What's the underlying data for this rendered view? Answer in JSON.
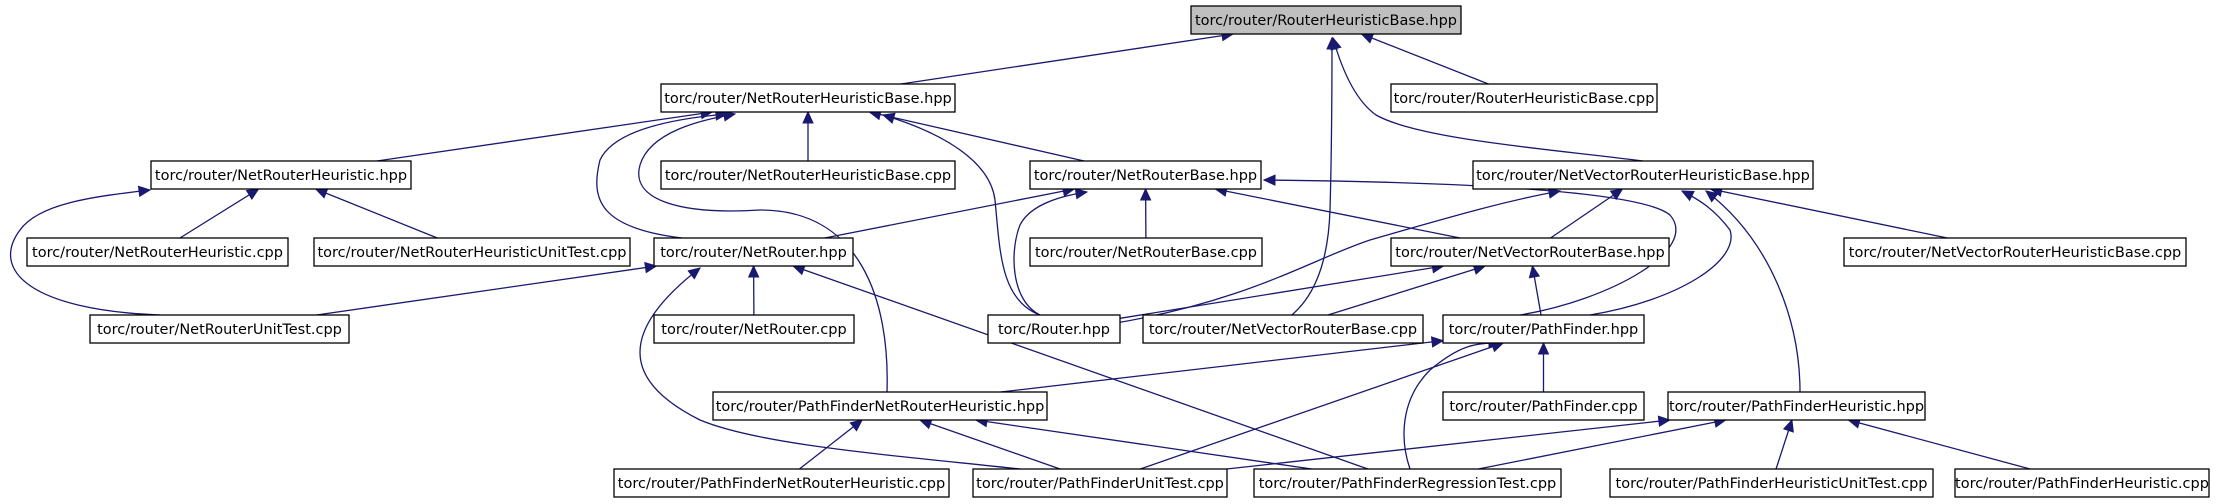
{
  "nodes": [
    {
      "id": "rhb_hpp",
      "label": "torc/router/RouterHeuristicBase.hpp",
      "root": true
    },
    {
      "id": "nrhb_hpp",
      "label": "torc/router/NetRouterHeuristicBase.hpp"
    },
    {
      "id": "rhb_cpp",
      "label": "torc/router/RouterHeuristicBase.cpp"
    },
    {
      "id": "nrh_hpp",
      "label": "torc/router/NetRouterHeuristic.hpp"
    },
    {
      "id": "nrhb_cpp",
      "label": "torc/router/NetRouterHeuristicBase.cpp"
    },
    {
      "id": "nrb_hpp",
      "label": "torc/router/NetRouterBase.hpp"
    },
    {
      "id": "nvrhb_hpp",
      "label": "torc/router/NetVectorRouterHeuristicBase.hpp"
    },
    {
      "id": "nrh_cpp",
      "label": "torc/router/NetRouterHeuristic.cpp"
    },
    {
      "id": "nrhut_cpp",
      "label": "torc/router/NetRouterHeuristicUnitTest.cpp"
    },
    {
      "id": "nr_hpp",
      "label": "torc/router/NetRouter.hpp"
    },
    {
      "id": "nrb_cpp",
      "label": "torc/router/NetRouterBase.cpp"
    },
    {
      "id": "nvrb_hpp",
      "label": "torc/router/NetVectorRouterBase.hpp"
    },
    {
      "id": "nvrhb_cpp",
      "label": "torc/router/NetVectorRouterHeuristicBase.cpp"
    },
    {
      "id": "nrut_cpp",
      "label": "torc/router/NetRouterUnitTest.cpp"
    },
    {
      "id": "nr_cpp",
      "label": "torc/router/NetRouter.cpp"
    },
    {
      "id": "router_hpp",
      "label": "torc/Router.hpp"
    },
    {
      "id": "nvrb_cpp",
      "label": "torc/router/NetVectorRouterBase.cpp"
    },
    {
      "id": "pf_hpp",
      "label": "torc/router/PathFinder.hpp"
    },
    {
      "id": "pfnrh_hpp",
      "label": "torc/router/PathFinderNetRouterHeuristic.hpp"
    },
    {
      "id": "pf_cpp",
      "label": "torc/router/PathFinder.cpp"
    },
    {
      "id": "pfh_hpp",
      "label": "torc/router/PathFinderHeuristic.hpp"
    },
    {
      "id": "pfnrh_cpp",
      "label": "torc/router/PathFinderNetRouterHeuristic.cpp"
    },
    {
      "id": "pfut_cpp",
      "label": "torc/router/PathFinderUnitTest.cpp"
    },
    {
      "id": "pfrt_cpp",
      "label": "torc/router/PathFinderRegressionTest.cpp"
    },
    {
      "id": "pfhut_cpp",
      "label": "torc/router/PathFinderHeuristicUnitTest.cpp"
    },
    {
      "id": "pfh_cpp",
      "label": "torc/router/PathFinderHeuristic.cpp"
    }
  ],
  "edges": [
    {
      "from": "nrhb_hpp",
      "to": "rhb_hpp"
    },
    {
      "from": "rhb_cpp",
      "to": "rhb_hpp"
    },
    {
      "from": "nvrhb_hpp",
      "to": "rhb_hpp"
    },
    {
      "from": "router_hpp",
      "to": "rhb_hpp"
    },
    {
      "from": "nrh_hpp",
      "to": "nrhb_hpp"
    },
    {
      "from": "nrhb_cpp",
      "to": "nrhb_hpp"
    },
    {
      "from": "nrb_hpp",
      "to": "nrhb_hpp"
    },
    {
      "from": "nr_hpp",
      "to": "nrhb_hpp"
    },
    {
      "from": "pfnrh_hpp",
      "to": "nrhb_hpp"
    },
    {
      "from": "router_hpp",
      "to": "nrhb_hpp"
    },
    {
      "from": "nrh_cpp",
      "to": "nrh_hpp"
    },
    {
      "from": "nrhut_cpp",
      "to": "nrh_hpp"
    },
    {
      "from": "nrut_cpp",
      "to": "nrh_hpp"
    },
    {
      "from": "nr_hpp",
      "to": "nrb_hpp"
    },
    {
      "from": "nrb_cpp",
      "to": "nrb_hpp"
    },
    {
      "from": "nvrb_hpp",
      "to": "nrb_hpp"
    },
    {
      "from": "router_hpp",
      "to": "nrb_hpp"
    },
    {
      "from": "pf_hpp",
      "to": "nrb_hpp"
    },
    {
      "from": "nvrb_hpp",
      "to": "nvrhb_hpp"
    },
    {
      "from": "nvrhb_cpp",
      "to": "nvrhb_hpp"
    },
    {
      "from": "router_hpp",
      "to": "nvrhb_hpp"
    },
    {
      "from": "pf_hpp",
      "to": "nvrhb_hpp"
    },
    {
      "from": "pfh_hpp",
      "to": "nvrhb_hpp"
    },
    {
      "from": "nrut_cpp",
      "to": "nr_hpp"
    },
    {
      "from": "nr_cpp",
      "to": "nr_hpp"
    },
    {
      "from": "pfut_cpp",
      "to": "nr_hpp"
    },
    {
      "from": "pfrt_cpp",
      "to": "nr_hpp"
    },
    {
      "from": "router_hpp",
      "to": "nvrb_hpp"
    },
    {
      "from": "nvrb_cpp",
      "to": "nvrb_hpp"
    },
    {
      "from": "pf_hpp",
      "to": "nvrb_hpp"
    },
    {
      "from": "pfnrh_hpp",
      "to": "pf_hpp"
    },
    {
      "from": "pf_cpp",
      "to": "pf_hpp"
    },
    {
      "from": "pfut_cpp",
      "to": "pf_hpp"
    },
    {
      "from": "pfrt_cpp",
      "to": "pf_hpp"
    },
    {
      "from": "pfnrh_cpp",
      "to": "pfnrh_hpp"
    },
    {
      "from": "pfut_cpp",
      "to": "pfnrh_hpp"
    },
    {
      "from": "pfrt_cpp",
      "to": "pfnrh_hpp"
    },
    {
      "from": "pfut_cpp",
      "to": "pfh_hpp"
    },
    {
      "from": "pfrt_cpp",
      "to": "pfh_hpp"
    },
    {
      "from": "pfhut_cpp",
      "to": "pfh_hpp"
    },
    {
      "from": "pfh_cpp",
      "to": "pfh_hpp"
    }
  ],
  "colors": {
    "edge": "#191970",
    "root_fill": "#bfbfbf",
    "node_fill": "#ffffff",
    "node_border": "#000000"
  }
}
